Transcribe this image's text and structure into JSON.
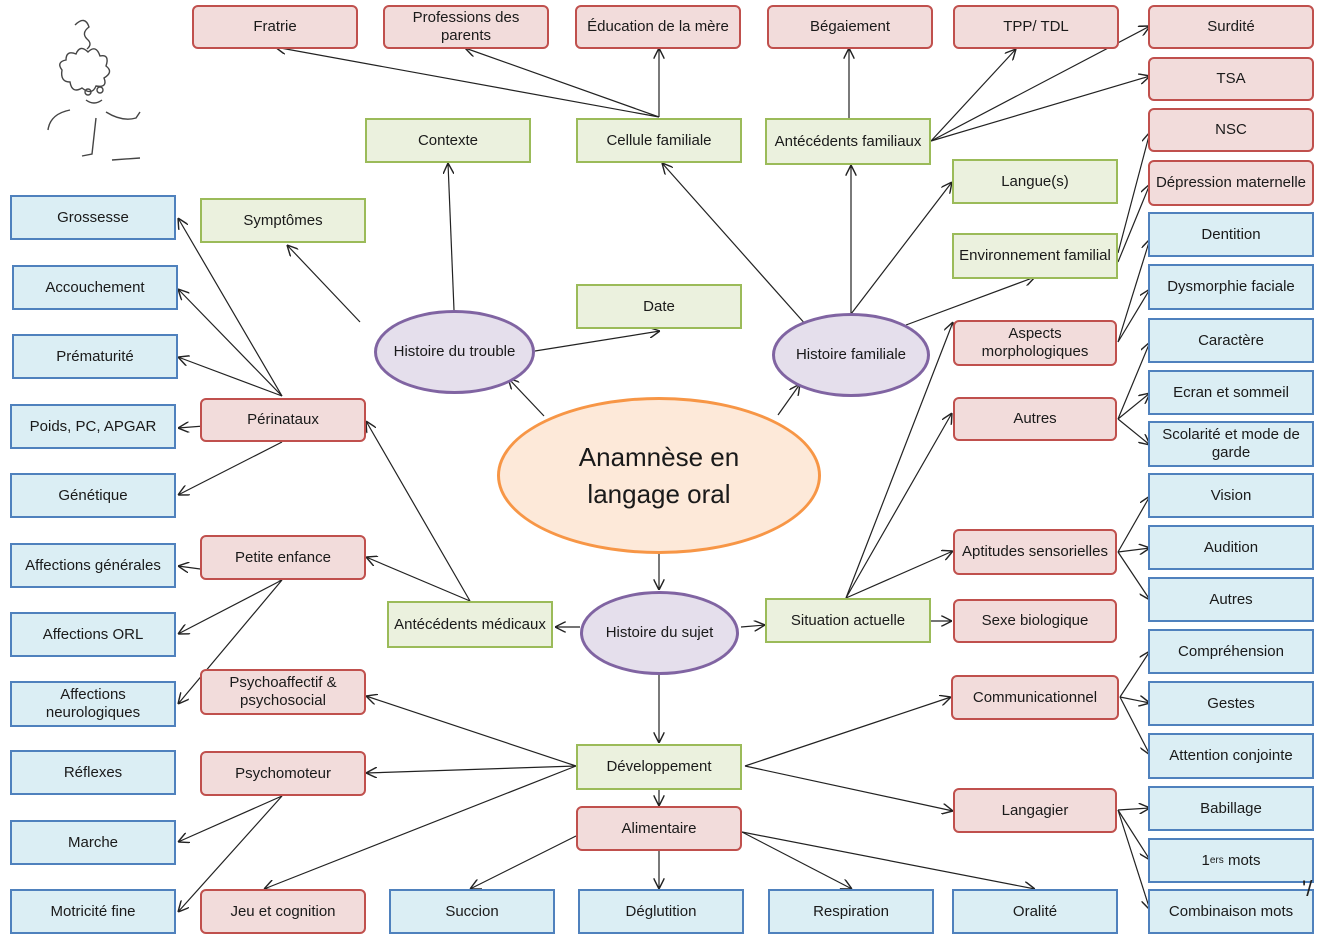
{
  "center": "Anamnèse en\nlangage oral",
  "nodes": {
    "fratrie": "Fratrie",
    "professions": "Professions des parents",
    "education": "Éducation de la mère",
    "begaiement": "Bégaiement",
    "tpp": "TPP/ TDL",
    "surdite": "Surdité",
    "tsa": "TSA",
    "contexte": "Contexte",
    "cellule": "Cellule familiale",
    "antfam": "Antécédents familiaux",
    "nsc": "NSC",
    "langues": "Langue(s)",
    "depression": "Dépression maternelle",
    "grossesse": "Grossesse",
    "symptomes": "Symptômes",
    "envfam": "Environnement familial",
    "dentition": "Dentition",
    "accouchement": "Accouchement",
    "dysmorphie": "Dysmorphie faciale",
    "date": "Date",
    "prematurite": "Prématurité",
    "histtrouble": "Histoire du trouble",
    "histfam": "Histoire familiale",
    "aspects": "Aspects morphologiques",
    "caractere": "Caractère",
    "ecran": "Ecran et sommeil",
    "poids": "Poids, PC, APGAR",
    "perinataux": "Périnataux",
    "autres1": "Autres",
    "scolarite": "Scolarité et mode de garde",
    "genetique": "Génétique",
    "vision": "Vision",
    "affgen": "Affections générales",
    "petiteenf": "Petite enfance",
    "aptitudes": "Aptitudes sensorielles",
    "audition": "Audition",
    "antmed": "Antécédents médicaux",
    "histsujet": "Histoire du sujet",
    "situation": "Situation actuelle",
    "sexe": "Sexe biologique",
    "autres2": "Autres",
    "afforl": "Affections ORL",
    "comprehension": "Compréhension",
    "affneuro": "Affections neurologiques",
    "psychoaff": "Psychoaffectif & psychosocial",
    "communication": "Communicationnel",
    "gestes": "Gestes",
    "attention": "Attention conjointe",
    "reflexes": "Réflexes",
    "psychomoteur": "Psychomoteur",
    "developpement": "Développement",
    "babillage": "Babillage",
    "langagier": "Langagier",
    "marche": "Marche",
    "alimentaire": "Alimentaire",
    "premiersmots_sup": "ers",
    "premiersmots_base": "1",
    "premiersmots_rest": " mots",
    "motricite": "Motricité fine",
    "jeu": "Jeu et cognition",
    "succion": "Succion",
    "deglutition": "Déglutition",
    "respiration": "Respiration",
    "oralite": "Oralité",
    "combinaison": "Combinaison mots"
  },
  "mascot": "hedgehog-mascot",
  "stray_mark": "'/",
  "colors": {
    "red_fill": "#f2dcdb",
    "red_border": "#c0504d",
    "green_fill": "#ebf1de",
    "green_border": "#9bbb59",
    "blue_fill": "#dbeef4",
    "blue_border": "#4f81bd",
    "ellipse_fill": "#e5dfec",
    "ellipse_border": "#8064a2",
    "center_fill": "#fde9d9",
    "center_border": "#f79646"
  }
}
